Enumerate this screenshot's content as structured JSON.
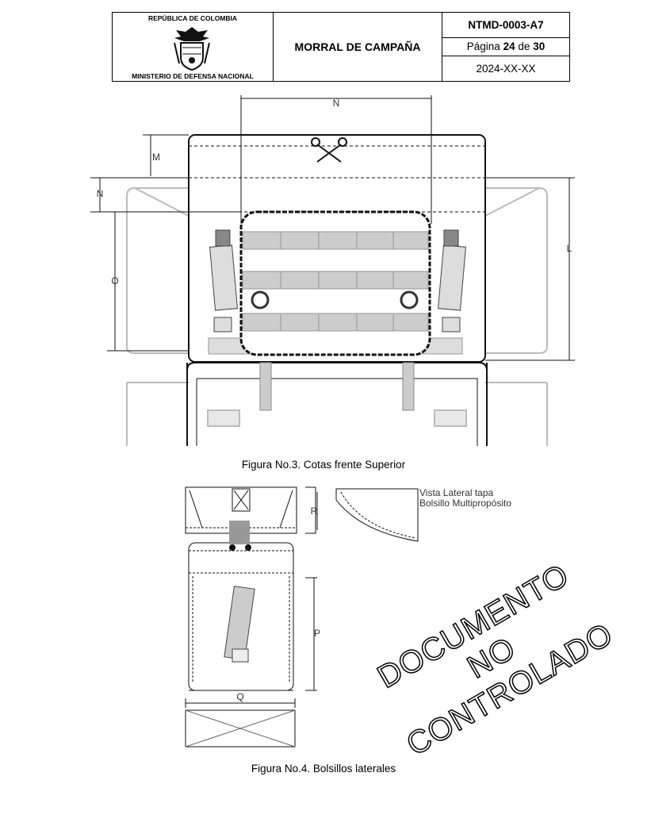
{
  "header": {
    "org_top": "REPÚBLICA DE COLOMBIA",
    "org_bottom": "MINISTERIO DE DEFENSA NACIONAL",
    "title": "MORRAL DE CAMPAÑA",
    "code": "NTMD-0003-A7",
    "page_prefix": "Página",
    "page_current": "24",
    "page_sep": "de",
    "page_total": "30",
    "date": "2024-XX-XX"
  },
  "figure3": {
    "caption": "Figura No.3. Cotas frente Superior",
    "dims": [
      "Ñ",
      "M",
      "N",
      "O",
      "L"
    ]
  },
  "figure4": {
    "caption": "Figura No.4. Bolsillos laterales",
    "dims": [
      "R",
      "P",
      "Q"
    ],
    "note_line1": "Vista Lateral tapa",
    "note_line2": "Bolsillo Multipropósito"
  },
  "watermark": "DOCUMENTO NO CONTROLADO"
}
